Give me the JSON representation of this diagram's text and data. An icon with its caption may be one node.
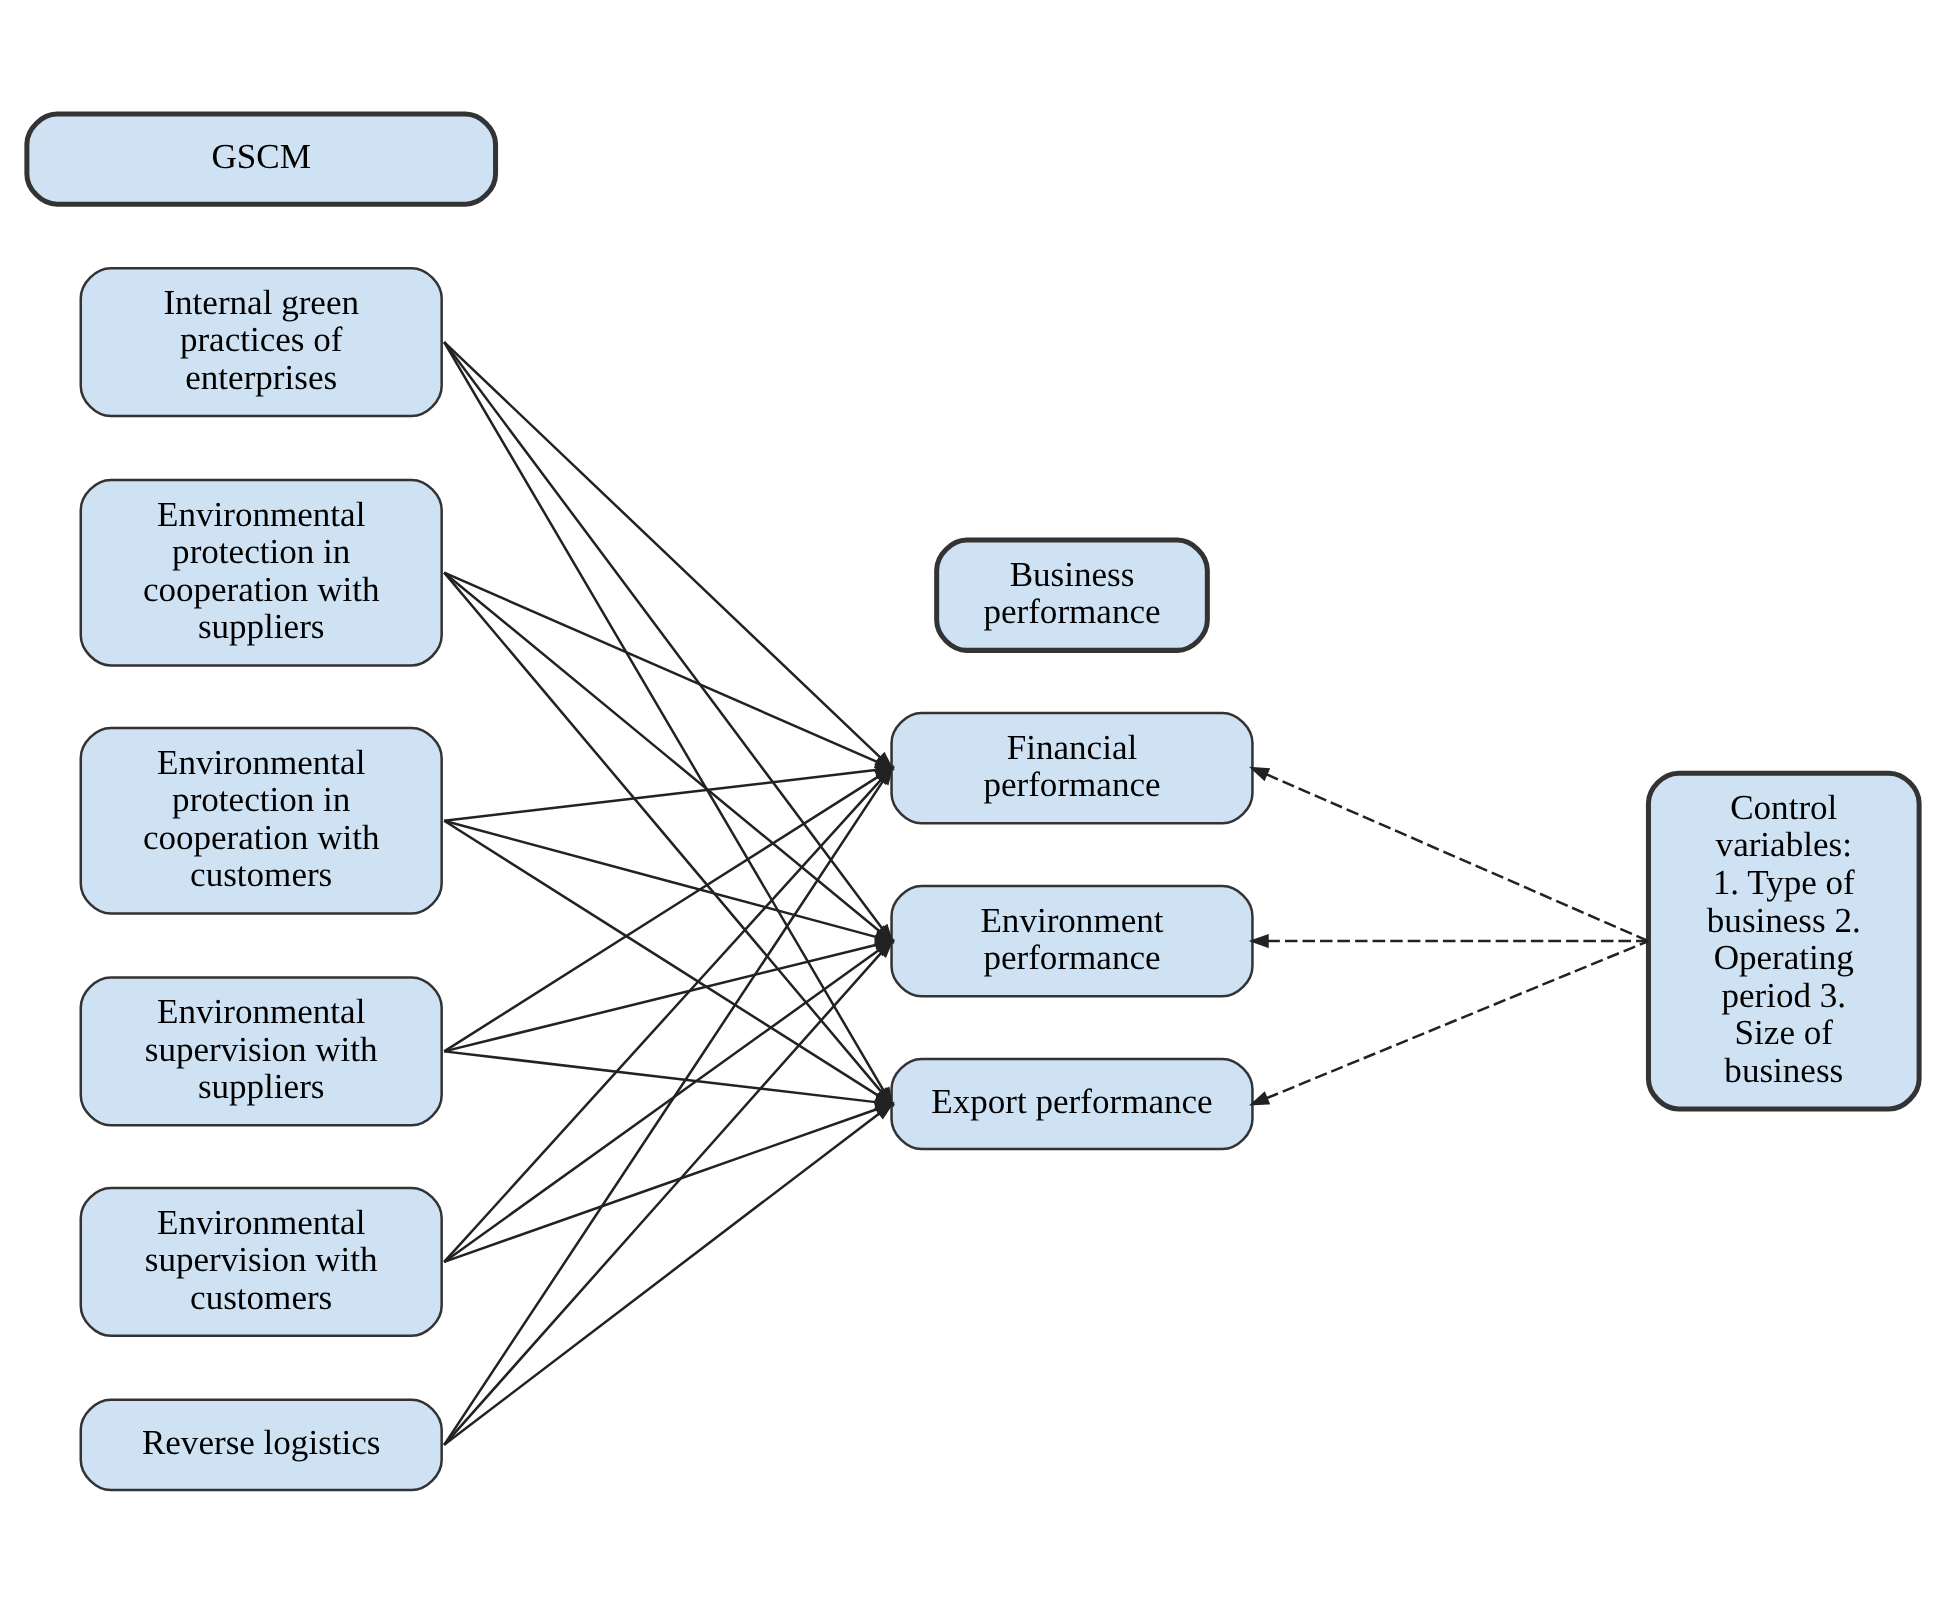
{
  "diagram": {
    "nodes": [
      {
        "text": [
          "GSCM"
        ]
      },
      {
        "text": [
          "Business performance"
        ]
      },
      {
        "text": [
          "Internal green practices of enterprises"
        ]
      },
      {
        "text": [
          "Environmental protection in cooperation with suppliers"
        ]
      },
      {
        "text": [
          "Environmental protection in cooperation with customers"
        ]
      },
      {
        "text": [
          "Environmental supervision with suppliers"
        ]
      },
      {
        "text": [
          "Environmental supervision with customers"
        ]
      },
      {
        "text": [
          "Reverse logistics"
        ]
      },
      {
        "text": [
          "Financial performance"
        ]
      },
      {
        "text": [
          "Environment performance"
        ]
      },
      {
        "text": [
          "Export performance"
        ]
      },
      {
        "text": [
          "Control variables: 1. Type of business 2. Operating period 3. Size of business"
        ]
      }
    ],
    "edges": [
      {
        "from": 2,
        "to": 8,
        "arrow": "to"
      },
      {
        "from": 2,
        "to": 9,
        "arrow": "to"
      },
      {
        "from": 2,
        "to": 10,
        "arrow": "to"
      },
      {
        "from": 3,
        "to": 8,
        "arrow": "to"
      },
      {
        "from": 3,
        "to": 9,
        "arrow": "to"
      },
      {
        "from": 3,
        "to": 10,
        "arrow": "to"
      },
      {
        "from": 4,
        "to": 8,
        "arrow": "to"
      },
      {
        "from": 4,
        "to": 9,
        "arrow": "to"
      },
      {
        "from": 4,
        "to": 10,
        "arrow": "to"
      },
      {
        "from": 5,
        "to": 8,
        "arrow": "to"
      },
      {
        "from": 5,
        "to": 9,
        "arrow": "to"
      },
      {
        "from": 5,
        "to": 10,
        "arrow": "to"
      },
      {
        "from": 6,
        "to": 8,
        "arrow": "to"
      },
      {
        "from": 6,
        "to": 9,
        "arrow": "to"
      },
      {
        "from": 6,
        "to": 10,
        "arrow": "to"
      },
      {
        "from": 7,
        "to": 8,
        "arrow": "to"
      },
      {
        "from": 7,
        "to": 9,
        "arrow": "to"
      },
      {
        "from": 7,
        "to": 10,
        "arrow": "to"
      },
      {
        "from": 11,
        "to": 8,
        "arrow": "to",
        "style": "dashed"
      },
      {
        "from": 11,
        "to": 9,
        "arrow": "to",
        "style": "dashed"
      },
      {
        "from": 11,
        "to": 10,
        "arrow": "to",
        "style": "dashed"
      }
    ]
  }
}
